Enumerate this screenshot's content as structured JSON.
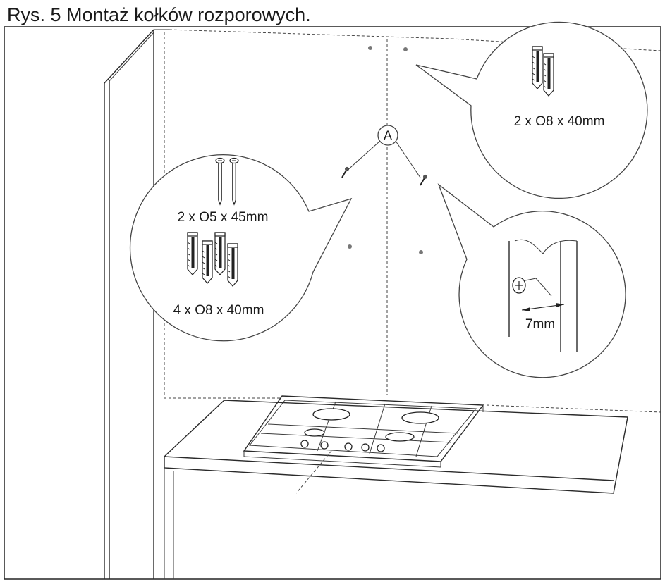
{
  "figure": {
    "caption": "Rys. 5 Montaż kołków rozporowych.",
    "marker_label": "A"
  },
  "callouts": {
    "top_right": {
      "label": "2 x O8 x 40mm",
      "parts": [
        "wall-plug",
        "wall-plug"
      ]
    },
    "left_screws": {
      "label": "2 x O5 x 45mm",
      "parts": [
        "screw",
        "screw"
      ]
    },
    "left_plugs": {
      "label": "4 x O8 x 40mm",
      "parts": [
        "wall-plug",
        "wall-plug",
        "wall-plug",
        "wall-plug"
      ]
    },
    "detail": {
      "label": "7mm"
    }
  },
  "colors": {
    "line": "#2a2a2a",
    "background": "#ffffff"
  }
}
